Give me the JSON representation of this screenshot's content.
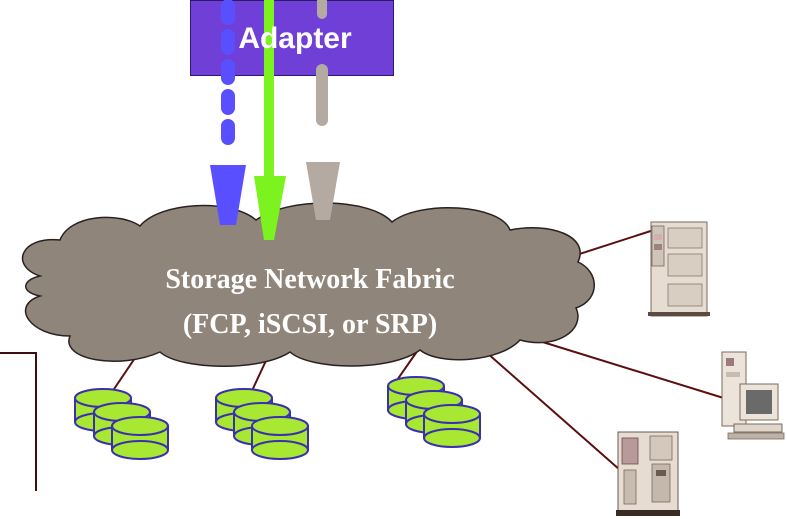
{
  "adapter": {
    "label": "Adapter"
  },
  "fabric": {
    "line1": "Storage Network Fabric",
    "line2": "(FCP, iSCSI, or SRP)"
  },
  "colors": {
    "adapter_fill": "#6f3fd8",
    "cloud_fill": "#8f857b",
    "disk_fill": "#a8e832",
    "disk_stroke": "#3a2fb0",
    "arrow_dotted": "#5a4fff",
    "arrow_solid": "#7cf21e",
    "arrow_gray": "#b5aaa2",
    "link_line": "#5a1010"
  },
  "icons": [
    "server-tower-icon",
    "workstation-icon",
    "server-cabinet-icon",
    "disk-stack-icon"
  ]
}
